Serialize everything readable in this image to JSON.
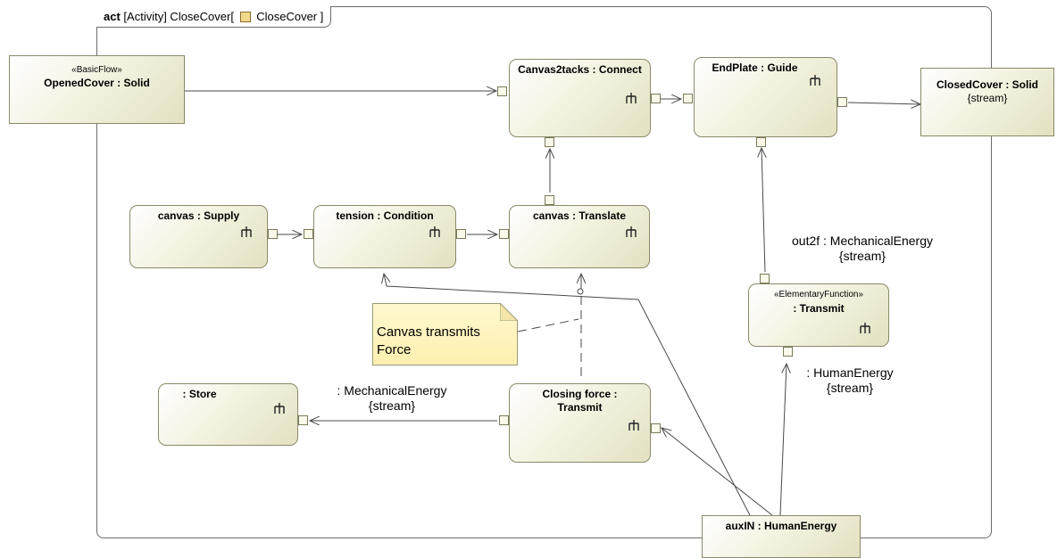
{
  "frame": {
    "kind": "act",
    "title": "[Activity] CloseCover[",
    "ref": "CloseCover",
    "close": "]"
  },
  "nodes": {
    "opened_cover": {
      "stereotype": "«BasicFlow»",
      "title": "OpenedCover : Solid"
    },
    "canvas2tacks": {
      "title": "Canvas2tacks : Connect"
    },
    "endplate": {
      "title": "EndPlate : Guide"
    },
    "closed_cover": {
      "title": "ClosedCover : Solid",
      "sub": "{stream}"
    },
    "canvas_supply": {
      "title": "canvas : Supply"
    },
    "tension": {
      "title": "tension : Condition"
    },
    "canvas_translate": {
      "title": "canvas : Translate"
    },
    "transmit": {
      "stereotype": "«ElementaryFunction»",
      "title": ": Transmit"
    },
    "store": {
      "title": ": Store"
    },
    "closing_force": {
      "title": "Closing force : Transmit"
    },
    "aux_in": {
      "title": "auxIN : HumanEnergy"
    }
  },
  "labels": {
    "out2f": {
      "line1": "out2f : MechanicalEnergy",
      "line2": "{stream}"
    },
    "human": {
      "line1": ": HumanEnergy",
      "line2": "{stream}"
    },
    "mech": {
      "line1": ": MechanicalEnergy",
      "line2": "{stream}"
    }
  },
  "note": {
    "text": "Canvas transmits Force"
  },
  "colors": {
    "node_fill": "#e3e1c0",
    "note_fill": "#fff0b0",
    "border": "#8a8a6a"
  },
  "icons": {
    "call_behavior": "rake-icon",
    "diagram_ref": "activity-diagram-icon"
  }
}
